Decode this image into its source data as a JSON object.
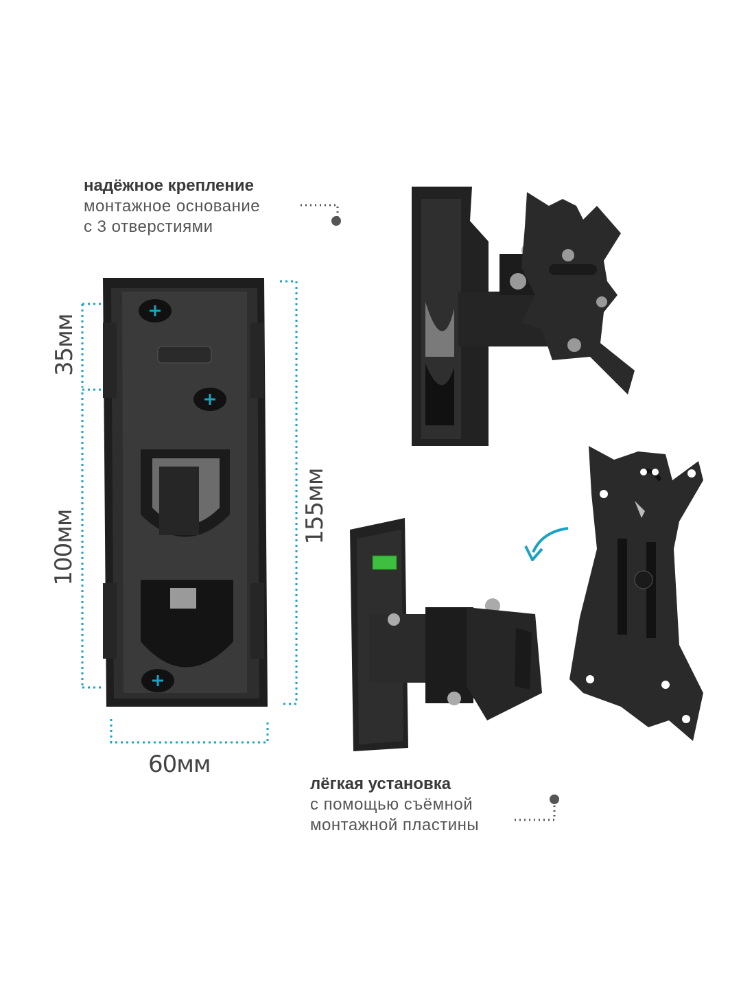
{
  "caption_top": {
    "heading": "надёжное крепление",
    "line1": "монтажное основание",
    "line2": "с 3 отверстиями"
  },
  "caption_bottom": {
    "heading": "лёгкая установка",
    "line1": "с помощью съёмной",
    "line2": "монтажной пластины"
  },
  "dimensions": {
    "top_gap": "35мм",
    "middle_gap": "100мм",
    "height": "155мм",
    "width": "60мм"
  },
  "colors": {
    "accent": "#1aa3c4",
    "metal": "#2b2b2b",
    "text": "#444444"
  }
}
